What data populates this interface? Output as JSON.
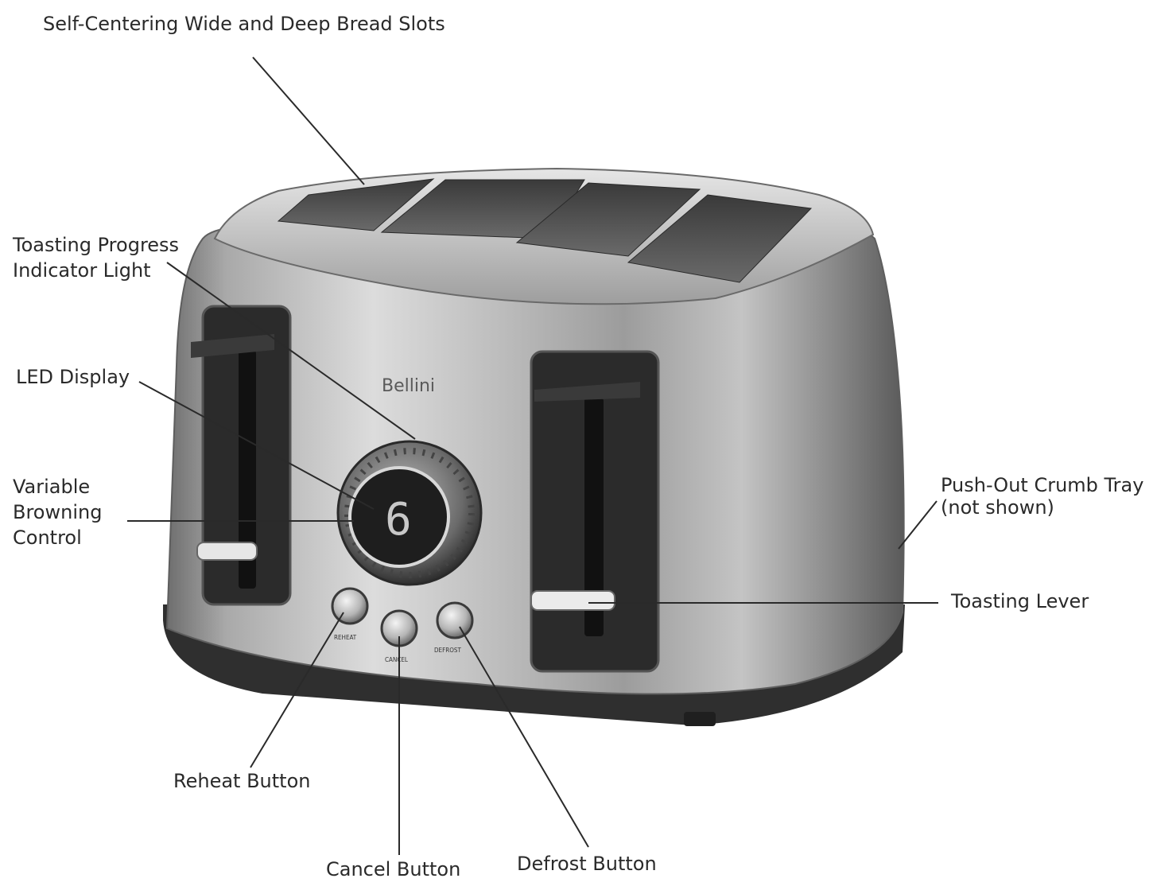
{
  "brand": {
    "name": "Bellini"
  },
  "display": {
    "digit": "6"
  },
  "buttons": {
    "reheat": "REHEAT",
    "cancel": "CANCEL",
    "defrost": "DEFROST"
  },
  "callouts": {
    "bread_slots": "Self-Centering Wide and Deep Bread Slots",
    "progress_light": [
      "Toasting Progress",
      "Indicator Light"
    ],
    "led_display": "LED Display",
    "browning_control": [
      "Variable",
      "Browning",
      "Control"
    ],
    "crumb_tray": [
      "Push-Out Crumb Tray",
      "(not shown)"
    ],
    "toasting_lever": "Toasting Lever",
    "reheat_button": "Reheat Button",
    "cancel_button": "Cancel Button",
    "defrost_button": "Defrost Button"
  },
  "colors": {
    "steel_light": "#d6d6d6",
    "steel_mid": "#9a9a9a",
    "steel_dark": "#4a4a4a",
    "base": "#2e2e2e",
    "leader_line": "#2a2a2a"
  }
}
